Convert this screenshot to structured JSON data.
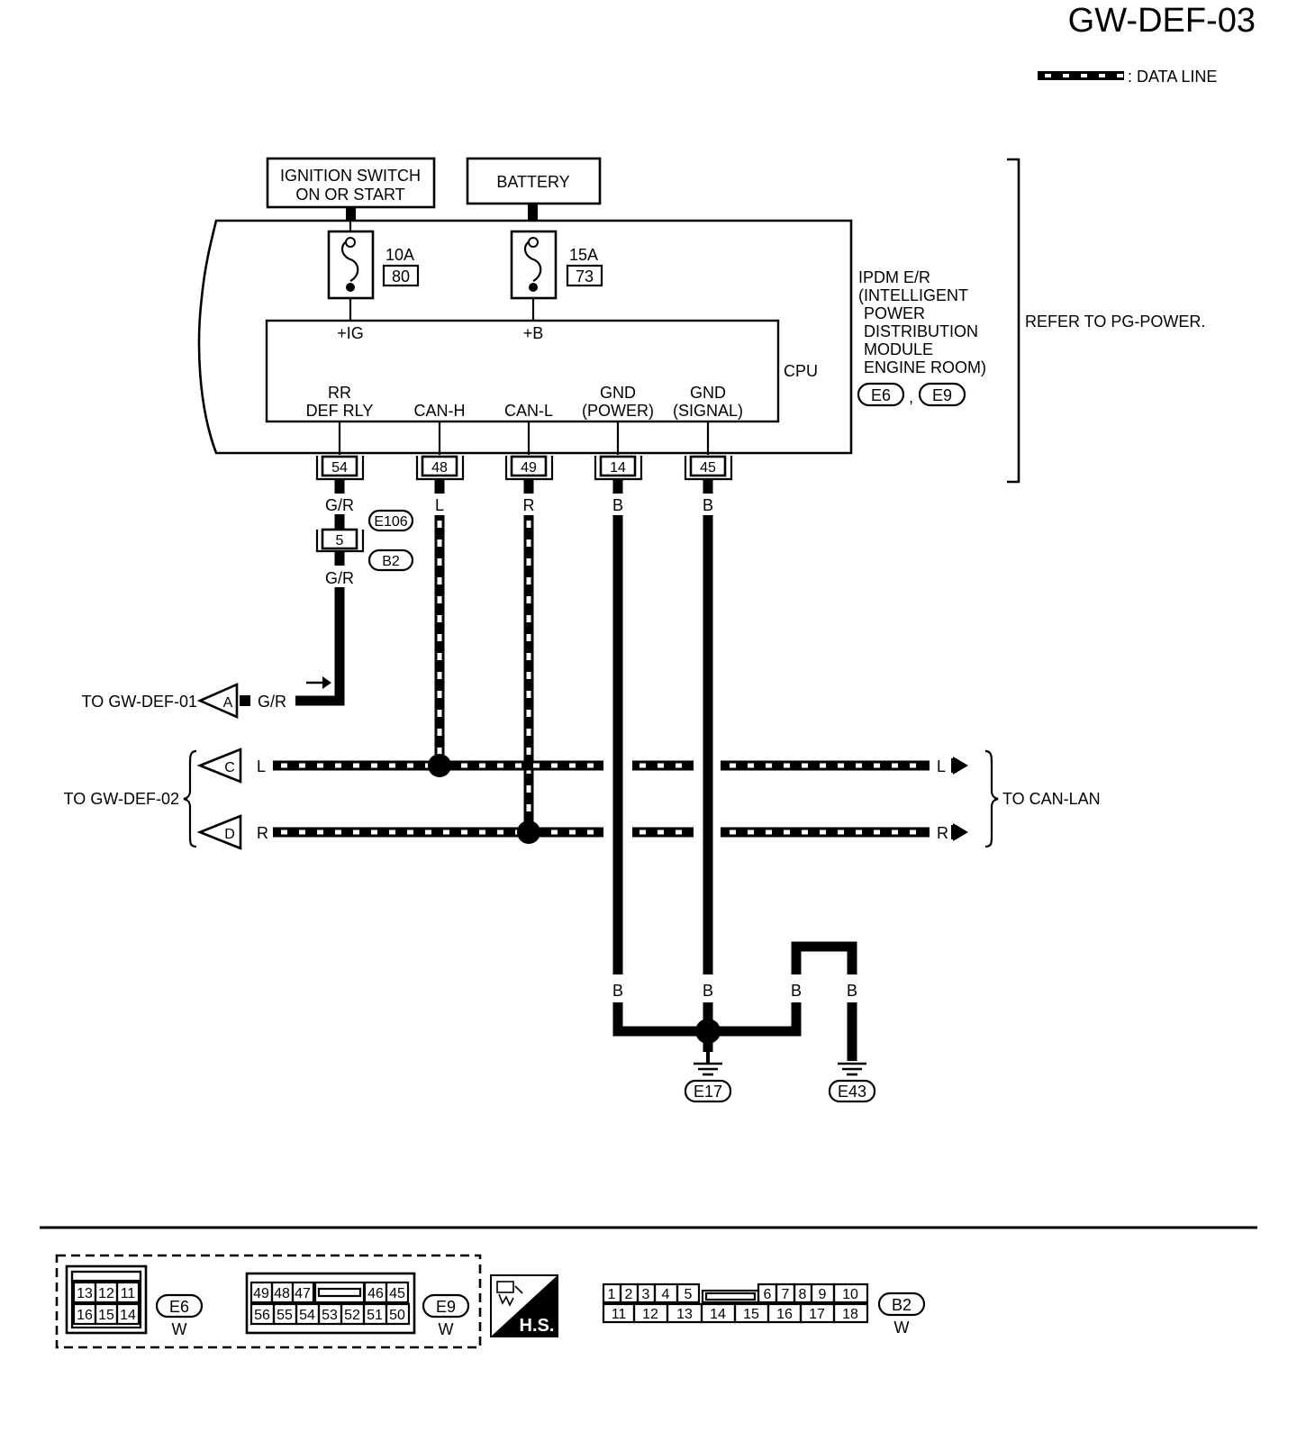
{
  "page_code": "GW-DEF-03",
  "legend": {
    "label": ": DATA LINE"
  },
  "power_sources": {
    "ignition_switch": [
      "IGNITION SWITCH",
      "ON OR START"
    ],
    "battery": "BATTERY"
  },
  "fuses": [
    {
      "amps": "10A",
      "number": "80",
      "output": "+IG"
    },
    {
      "amps": "15A",
      "number": "73",
      "output": "+B"
    }
  ],
  "ipdm": {
    "lines": [
      "IPDM E/R",
      "(INTELLIGENT",
      "POWER",
      "DISTRIBUTION",
      "MODULE",
      "ENGINE ROOM)"
    ],
    "connectors": [
      "E6",
      "E9"
    ],
    "separator": ",",
    "refer_note": "REFER TO PG-POWER.",
    "cpu_label": "CPU"
  },
  "terminals": [
    {
      "label": [
        "RR",
        "DEF RLY"
      ],
      "pin": "54",
      "wire_color": "G/R"
    },
    {
      "label": [
        "",
        "CAN-H"
      ],
      "pin": "48",
      "wire_color": "L"
    },
    {
      "label": [
        "",
        "CAN-L"
      ],
      "pin": "49",
      "wire_color": "R"
    },
    {
      "label": [
        "GND",
        "(POWER)"
      ],
      "pin": "14",
      "wire_color": "B"
    },
    {
      "label": [
        "GND",
        "(SIGNAL)"
      ],
      "pin": "45",
      "wire_color": "B"
    }
  ],
  "joint_connector": {
    "pin": "5",
    "connectors": [
      "E106",
      "B2"
    ],
    "wire_color": "G/R"
  },
  "offpage": {
    "a": {
      "letter": "A",
      "target": "TO GW-DEF-01",
      "wire_color": "G/R"
    },
    "c": {
      "letter": "C",
      "wire_color": "L"
    },
    "d": {
      "letter": "D",
      "wire_color": "R"
    },
    "group_left": "TO GW-DEF-02",
    "group_right": "TO CAN-LAN"
  },
  "grounds": {
    "wire_colors": [
      "B",
      "B",
      "B",
      "B"
    ],
    "points": [
      "E17",
      "E43"
    ]
  },
  "connector_views": {
    "e6": {
      "id": "E6",
      "color": "W",
      "top": [
        "13",
        "12",
        "11"
      ],
      "bottom": [
        "16",
        "15",
        "14"
      ]
    },
    "e9": {
      "id": "E9",
      "color": "W",
      "top_left": [
        "49",
        "48",
        "47"
      ],
      "top_right": [
        "46",
        "45"
      ],
      "bottom": [
        "56",
        "55",
        "54",
        "53",
        "52",
        "51",
        "50"
      ]
    },
    "hs_label": "H.S.",
    "b2": {
      "id": "B2",
      "color": "W",
      "top_left": [
        "1",
        "2",
        "3",
        "4",
        "5"
      ],
      "top_right": [
        "6",
        "7",
        "8",
        "9",
        "10"
      ],
      "bottom": [
        "11",
        "12",
        "13",
        "14",
        "15",
        "16",
        "17",
        "18"
      ]
    }
  }
}
